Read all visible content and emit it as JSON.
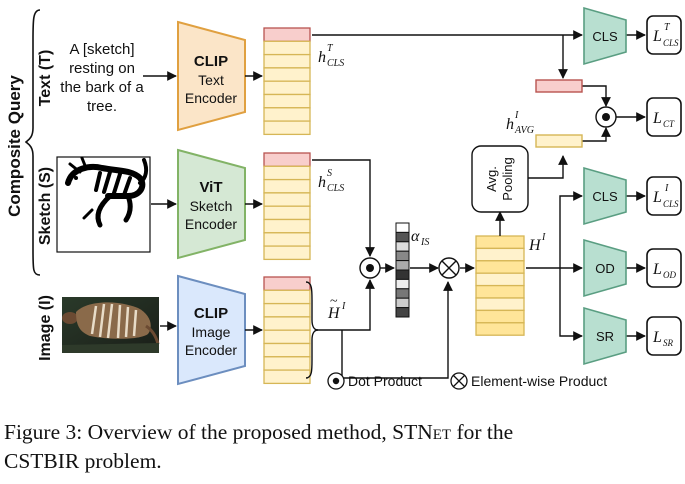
{
  "query_group": {
    "title": "Composite Query",
    "text_label": "Text (T)",
    "sketch_label": "Sketch (S)",
    "image_label": "Image (I)",
    "text_input": [
      "A [sketch]",
      "resting on",
      "the bark of a",
      "tree."
    ]
  },
  "encoders": {
    "text": {
      "name": "CLIP",
      "sub1": "Text",
      "sub2": "Encoder",
      "fill": "#fbe5c8",
      "stroke": "#e0a040"
    },
    "sketch": {
      "name": "ViT",
      "sub1": "Sketch",
      "sub2": "Encoder",
      "fill": "#d5e8d4",
      "stroke": "#82b366"
    },
    "image": {
      "name": "CLIP",
      "sub1": "Image",
      "sub2": "Encoder",
      "fill": "#dae8fc",
      "stroke": "#6c8ebf"
    }
  },
  "tokens": {
    "cls_fill": "#f8cecc",
    "cls_stroke": "#b85450",
    "token_fill": "#fff2cc",
    "token_stroke": "#d6b656",
    "h_fill": "#ffe599"
  },
  "labels": {
    "h_text_base": "h",
    "h_text_sup": "T",
    "h_text_sub": "CLS",
    "h_sketch_base": "h",
    "h_sketch_sup": "S",
    "h_sketch_sub": "CLS",
    "h_img_base": "H",
    "h_img_tilde": "~",
    "h_img_sup": "I",
    "alpha_base": "α",
    "alpha_sub": "IS",
    "H_out_base": "H",
    "H_out_sup": "I",
    "h_avg_base": "h",
    "h_avg_sup": "I",
    "h_avg_sub": "AVG",
    "avg_pool_1": "Avg.",
    "avg_pool_2": "Pooling"
  },
  "heads": {
    "cls_top": "CLS",
    "cls_mid": "CLS",
    "od": "OD",
    "sr": "SR",
    "fill": "#b8dfd0",
    "stroke": "#5a9e82"
  },
  "losses": {
    "l_cls_t": {
      "base": "L",
      "sup": "T",
      "sub": "CLS"
    },
    "l_ct": {
      "base": "L",
      "sub": "CT"
    },
    "l_cls_i": {
      "base": "L",
      "sup": "I",
      "sub": "CLS"
    },
    "l_od": {
      "base": "L",
      "sub": "OD"
    },
    "l_sr": {
      "base": "L",
      "sub": "SR"
    }
  },
  "legend": {
    "dot": "Dot Product",
    "cross": "Element-wise Product"
  },
  "caption": {
    "prefix": "Figure 3: Overview of the proposed method, ",
    "method_first": "ST",
    "method_rest": "Net",
    "suffix_line1": " for the",
    "line2": "CSTBIR problem."
  }
}
